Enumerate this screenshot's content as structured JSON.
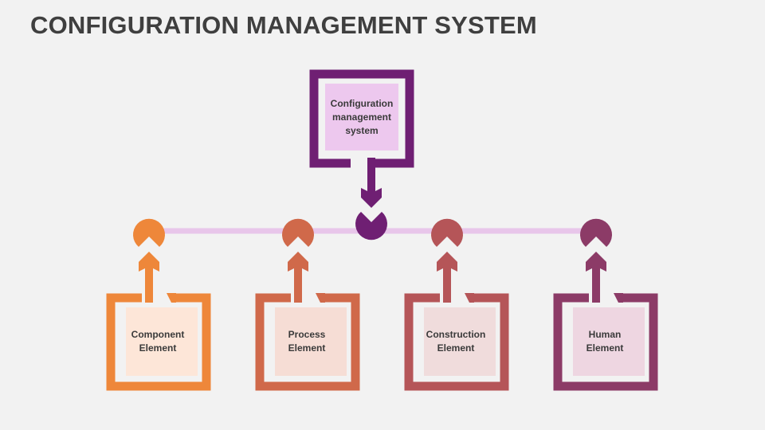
{
  "title": "CONFIGURATION MANAGEMENT SYSTEM",
  "top_node": {
    "label": "Configuration management system",
    "color": "#6f1f73",
    "fill": "#edc8ee"
  },
  "connector_line_color": "#e8c6ea",
  "children": [
    {
      "label": "Component Element",
      "color": "#ee873a",
      "fill": "#fde6d8"
    },
    {
      "label": "Process Element",
      "color": "#d0694a",
      "fill": "#f6ddd5"
    },
    {
      "label": "Construction Element",
      "color": "#b55558",
      "fill": "#f0dcdc"
    },
    {
      "label": "Human Element",
      "color": "#8c3b67",
      "fill": "#eed6e1"
    }
  ]
}
